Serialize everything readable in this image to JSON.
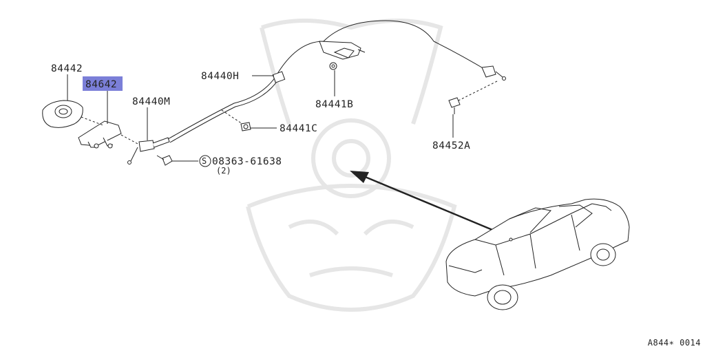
{
  "labels": {
    "p84442": "84442",
    "p84642": "84642",
    "p84440M": "84440M",
    "p84440H": "84440H",
    "p84441B": "84441B",
    "p84441C": "84441C",
    "p84452A": "84452A",
    "s_symbol": "S",
    "p08363": "08363-61638",
    "qty": "(2)"
  },
  "reference": "A844∗ 0014",
  "colors": {
    "highlight": "#7b7fd8",
    "line": "#222222",
    "watermark": "#e6e6e6"
  }
}
